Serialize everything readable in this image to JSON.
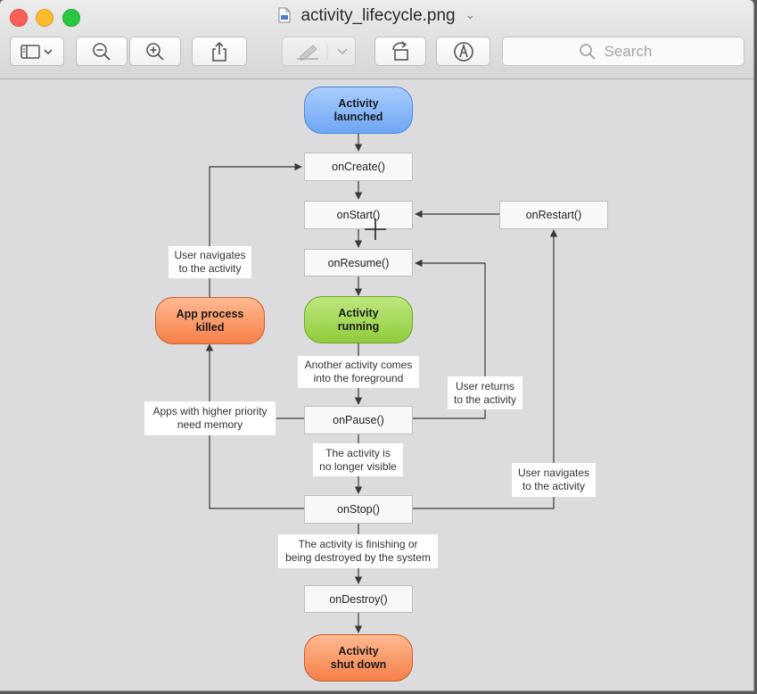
{
  "window": {
    "title": "activity_lifecycle.png",
    "title_icon": "png-file-icon",
    "title_chevron": "⌄"
  },
  "toolbar": {
    "buttons": [
      {
        "name": "sidebar-toggle-button",
        "icon": "sidebar-icon"
      },
      {
        "name": "zoom-out-button",
        "icon": "zoom-out-icon"
      },
      {
        "name": "zoom-in-button",
        "icon": "zoom-in-icon"
      },
      {
        "name": "share-button",
        "icon": "share-icon"
      },
      {
        "name": "markup-button",
        "icon": "highlighter-icon"
      },
      {
        "name": "rotate-button",
        "icon": "rotate-left-icon"
      },
      {
        "name": "annotate-button",
        "icon": "pen-circle-icon"
      }
    ],
    "search_placeholder": "Search"
  },
  "diagram": {
    "colors": {
      "blue": "#6fa6f3",
      "green": "#8fcc3b",
      "orange": "#f6804a",
      "arrow": "#3a3a3a"
    },
    "start": "Activity\nlaunched",
    "running": "Activity\nrunning",
    "killed": "App process\nkilled",
    "end": "Activity\nshut down",
    "methods": {
      "on_create": "onCreate()",
      "on_start": "onStart()",
      "on_resume": "onResume()",
      "on_pause": "onPause()",
      "on_stop": "onStop()",
      "on_destroy": "onDestroy()",
      "on_restart": "onRestart()"
    },
    "labels": {
      "user_navigates_left": "User navigates\nto the activity",
      "another_activity": "Another activity comes\ninto the foreground",
      "user_returns": "User returns\nto the activity",
      "apps_higher_priority": "Apps with higher priority\nneed memory",
      "no_longer_visible": "The activity is\nno longer visible",
      "user_navigates_right": "User navigates\nto the activity",
      "finishing": "The activity is finishing or\nbeing destroyed by the system"
    }
  }
}
